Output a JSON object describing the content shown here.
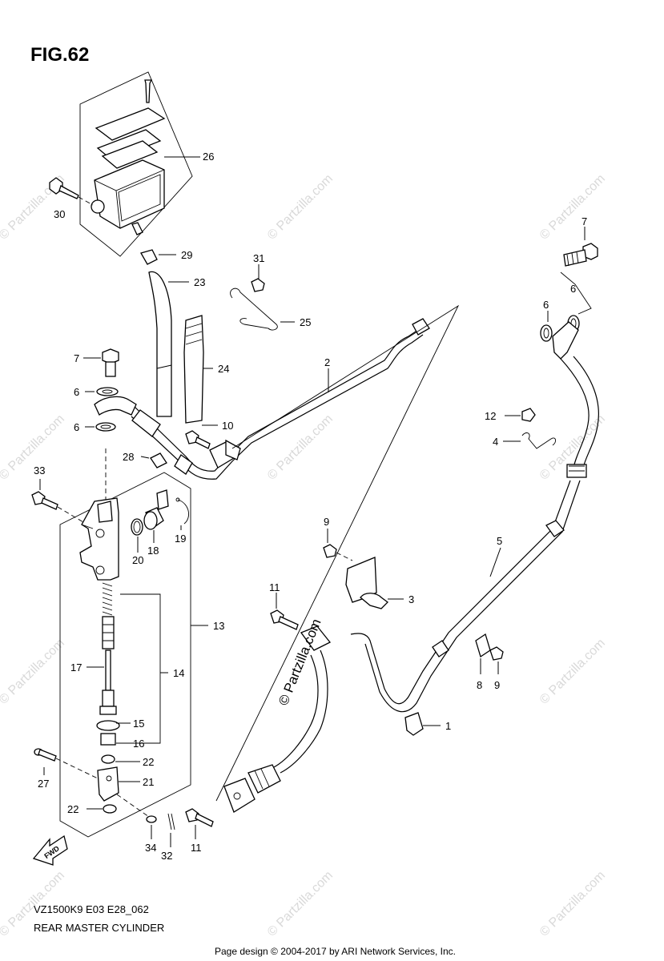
{
  "figure": {
    "title": "FIG.62",
    "model_code": "VZ1500K9 E03 E28_062",
    "name": "REAR MASTER CYLINDER",
    "credit": "Page design © 2004-2017 by ARI Network Services, Inc.",
    "fwd_label": "FWD"
  },
  "watermark": {
    "text": "© Partzilla.com"
  },
  "callouts": {
    "c1": "1",
    "c2": "2",
    "c3": "3",
    "c4": "4",
    "c5": "5",
    "c6a": "6",
    "c6b": "6",
    "c6c": "6",
    "c6d": "6",
    "c7a": "7",
    "c7b": "7",
    "c8": "8",
    "c9a": "9",
    "c9b": "9",
    "c10": "10",
    "c11a": "11",
    "c11b": "11",
    "c12": "12",
    "c13": "13",
    "c14": "14",
    "c15": "15",
    "c16": "16",
    "c17": "17",
    "c18": "18",
    "c19": "19",
    "c20": "20",
    "c21": "21",
    "c22a": "22",
    "c22b": "22",
    "c23": "23",
    "c24": "24",
    "c25": "25",
    "c26": "26",
    "c27": "27",
    "c28": "28",
    "c29": "29",
    "c30": "30",
    "c31": "31",
    "c32": "32",
    "c33": "33",
    "c34": "34"
  }
}
